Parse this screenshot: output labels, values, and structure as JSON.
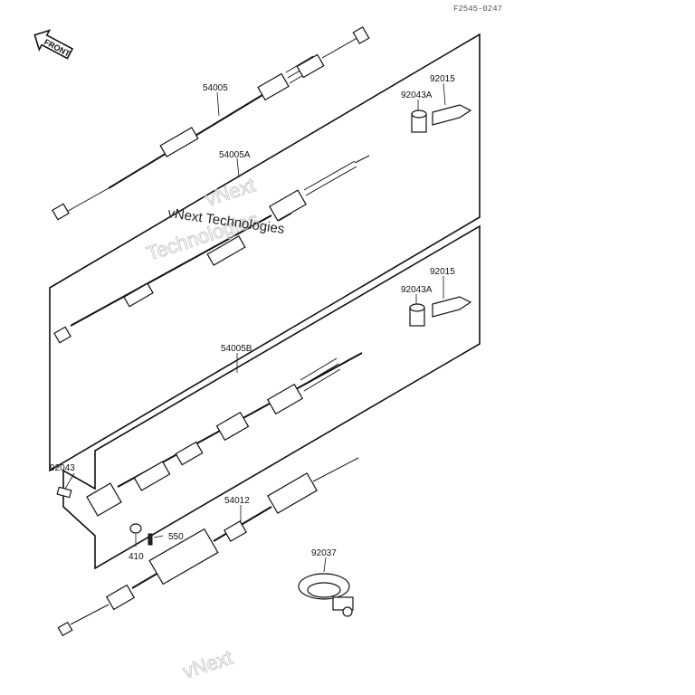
{
  "diagram_code": "F2545-0247",
  "front_label": "FRONT",
  "watermark": {
    "line1": "vNext",
    "line2": "Technologies",
    "line3": "vNext Technologies",
    "bottom": "vNext"
  },
  "parts": [
    {
      "id": "p1",
      "label": "54005"
    },
    {
      "id": "p2",
      "label": "54005A"
    },
    {
      "id": "p3",
      "label": "92015"
    },
    {
      "id": "p4",
      "label": "92043A"
    },
    {
      "id": "p5",
      "label": "92015"
    },
    {
      "id": "p6",
      "label": "92043A"
    },
    {
      "id": "p7",
      "label": "54005B"
    },
    {
      "id": "p8",
      "label": "92043"
    },
    {
      "id": "p9",
      "label": "54012"
    },
    {
      "id": "p10",
      "label": "550"
    },
    {
      "id": "p11",
      "label": "410"
    },
    {
      "id": "p12",
      "label": "92037"
    }
  ]
}
